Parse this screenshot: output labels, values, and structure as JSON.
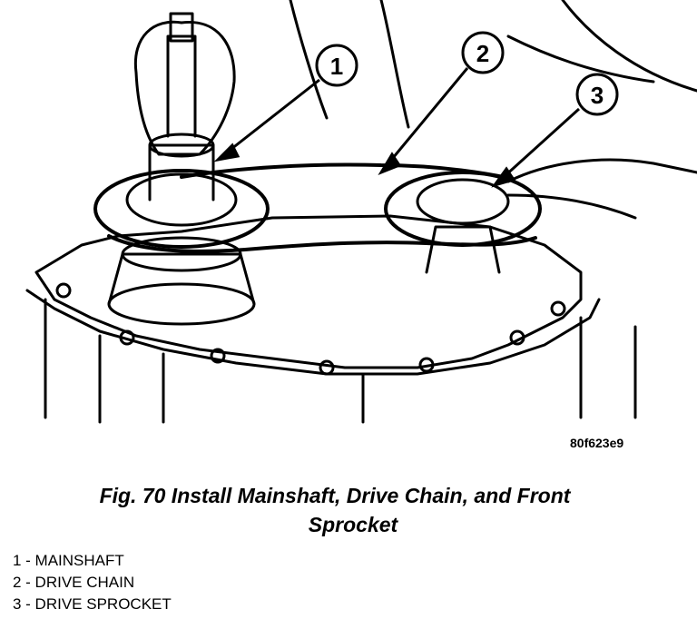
{
  "figure": {
    "image_code": "80f623e9",
    "caption_line1": "Fig. 70 Install Mainshaft, Drive Chain, and Front",
    "caption_line2": "Sprocket",
    "callouts": [
      "1",
      "2",
      "3"
    ]
  },
  "legend": [
    {
      "text": "1 - MAINSHAFT"
    },
    {
      "text": "2 - DRIVE CHAIN"
    },
    {
      "text": "3 - DRIVE SPROCKET"
    }
  ]
}
